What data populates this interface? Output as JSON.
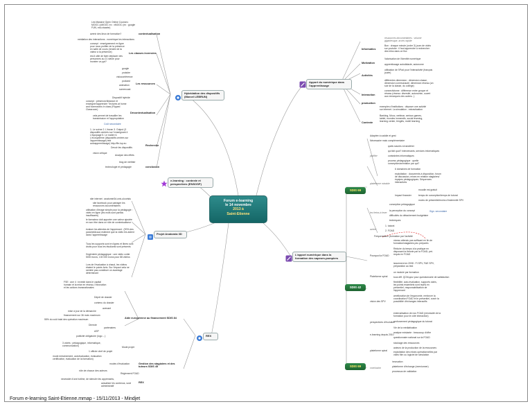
{
  "center": {
    "line1": "Forum e-learning",
    "line2": "le 14 novembre",
    "line3": "2013 à",
    "line4": "Saint-Etienne"
  },
  "footer": "Forum e-learning Saint-Etienne.mmap - 15/11/2013 - Mindjet",
  "topics": {
    "hybridation": "Hybridation des dispositifs (Marcel LEBRUN)",
    "elearning": "e-learning : contexte et perspectives (ENSOSP)",
    "anatomia": "Projet Anatomia 3D",
    "rex": "REX",
    "numerique": "Apport du numérique dans l'apprentissage",
    "sapeurs": "L'apport numérique dans la formation des sapeurs-pompiers"
  },
  "sdd": [
    "SDIS 69",
    "SDIS 42",
    "SDIS 69"
  ],
  "hybrid": {
    "contextualisation": "contextualisation",
    "mooc": "Les Massive Open Online Courses : MOOC (cMOOC ex : xMOOC (ex : google FUN, edu.xisante)",
    "avenir": "avenir des lieux de formation?",
    "mediation": "médiation des interactions - numérique les interactions",
    "classes": "Les classes inversées",
    "concept": "concept : enseignement en ligne pour nous profiter de la présence en salle de cours (rendre de la valeur à la présence)",
    "esti": "est-il utile de faire déplacer des personnes au 21 siècle pour montrer un ppt?",
    "ressources": "Les ressources",
    "res": [
      "google",
      "youtube",
      "visioconférence",
      "podcast",
      "animation",
      "screencast"
    ],
    "dispositif": "Dispositif hybride",
    "decontex": "Décontextualisation",
    "concept2": "concept : présence/distance et enseigner/apprendre \"lectures at home and homeworks in class (Flipped Classroom)",
    "cela": "cela permet de travailler les transmission et l'appropriation",
    "cout": "Coût secondaire",
    "recherche": "Recherche",
    "recherche_note": "1. Le scène 2. L'écran 3. Output (3 dispositifs centrés sur l'enseignant 4 L'équipage 5. Le maître 6. L'écosystème (dispositifs centrés sur l'apprentissage) test autoapprentissage) http://fle-lup.eu",
    "devoir": "Devoir les dispositifs",
    "vision": "vision critique",
    "analyse": "Analyse des effets",
    "blog": "blog de méthter",
    "techno": "technologie et pédagogie",
    "conclusion": "conclusion"
  },
  "anatomia": [
    "site internet : anatomie3d.univ-ulcoristu",
    "site facebook pour partager les ressources documentaires",
    "utilisation d'image simple pour la pédagogie : vidéo en ligne (les mots sont parfois insuffisants)",
    "le formateur doit apporter une valeur ajoutée en son être dans un rôle de contextualiseur",
    "évaluer les attentes de l'apprenant : (90% des paramédicaux estiment que la vidéo les aident dans l'apprentissage",
    "Tous les supports sont en lignes et libres sont droits pour tous les étudiants sont présents",
    "l'ingénierie pédagogique : une vidéo coûte 5000 euros, 130 000 euros pour 88 vidéos",
    "Lors de l'évaluation à chaud, les vidéos étaient le points forts. Sur l'impact cela ne semble pas constituer un avantage déterminant"
  ],
  "rex": {
    "fse": "FSE : axe 4 : investir dans le capital humain et la mise en réseau, l'innovation et les actions transnationales",
    "depot": "Dépôt de dossier",
    "contenu": "contenu du dossier",
    "avenant": "avenant",
    "mise": "mise à jour de la démarche",
    "financement": "financement sur 36 mois maximum",
    "pct": "55% du coût total des opération maximum",
    "aide": "Aide européenne au financement SDIS 84",
    "dirrecte": "Dirrecte",
    "asp": "ASP",
    "partenaires": "partenaires",
    "publicite": "publicité obligatoire (logo ...)",
    "trois": "3 volets : pédagogique, informatique, communication)",
    "mode": "Mode projet",
    "officier": "1 officier chef de projet",
    "modes_eval": "mode entrainement, autoévaluation, évaluation certificative, évaluation de la formation)",
    "modes": "modes d'évaluation",
    "gestion": "Gestion des stagiaires et des tuteurs SDIS 45",
    "role": "rôle de chacun des acteurs",
    "reglement": "Règlement FOAD",
    "necessite": "necessité d'une hotline, de stimuler les apprenants,",
    "actualiser": "actualiser les contenus, suivi administratif",
    "rex2": "REX"
  },
  "numerique": {
    "informatics": "Informatics",
    "resdoc": "ressources documentaires : volume gigantesque, accès rapide",
    "bon": "Bon : chaque minute (ordre 3) jours de vidéo sur youtube : il faut apprendre à rechercher des infos dans ce flux",
    "motivation": "Motivation",
    "valor": "Valorisation de l'identité numérique",
    "autoapp": "apprentissage autodidacte, autonome",
    "activites": "Activités",
    "utilisation": "utilisation de l'iPad pour l'interactivité (français jouée)",
    "diff": "différentes dimension : dimension classe, dimension communauté, dimension réseau (un soir de la classe, du collège)",
    "interaction": "Interaction",
    "connect": "connectivisme : différence entre groupe et réseau (réseau: diversité, autonomie, ouvert aux remarques des autres...)",
    "production": "production",
    "exemples": "exemples d'institutions : déposer une activité sur internet. La simulation - extrasituation",
    "contexte": "Contexte",
    "banking": "Banking, Mooc, webinar, serious games, tablet, mondes immersifs, social learning, learning center, tringlés, mobil learning"
  },
  "sapeurs": {
    "adaptee": "Adaptée à caddie et gest",
    "necessaire": "Nécessaire mais complémentaire",
    "justifier": "justifier",
    "quels": "quels savoirs à transférer",
    "qui": "qui fait quoi? intervenants, services informatiques",
    "contraintes": "contraintes informatiques",
    "process": "process pédagogique : quelle conception/animation par qui?",
    "plateforme_mixte": "plateforme mixable",
    "domaines": "6 domaines de formation",
    "exploitation": "exploitation : documents à disposition, forum de discussion, mises en relation stagiaires/équipes pédagogiques. Séquences interactives",
    "impact": "Impact financier",
    "moodle": "moodle est gratuit",
    "temps": "temps de conception/temps de tutorat",
    "moins": "moins de présentiel/moins d'indemnité SPV",
    "lesfreins": "les freins à lever",
    "conception": "conception pédagogique",
    "perception": "la perception du concept",
    "sign": "Sign. secondaire",
    "difficultes": "difficultés du détachement budgétaire",
    "techniques": "techniques",
    "avenir": "avenir",
    "tutorat": "1. tutorat",
    "foad": "2. FOAD",
    "frequentation": "Fréquentation (formation par l'activité",
    "pourquoi": "Pourquoi la FOAD",
    "niveau": "niveau attendu pas suffisant en fin de formation/stagiaires peu préparés",
    "reduire": "Réduire du temps à la pratique en disposant la théorie par la FOAD; pré-requis en FOAD",
    "lancement": "lancement en 2008 : FI SPV, FAE SPV, préparation au test",
    "plateforme_spiral": "Plateforme spiral",
    "unmodule": "un module par formation",
    "tous": "tous diff. QCM,quiz pour questionnaire de satisfaction",
    "vision": "vision des SPV",
    "flex": "flexibilité, auto-évaluation, supports clairs, les points essentiels sont repris en présentiel, responsabilisation de l'apprenant",
    "amelioration": "amélioration de l'ergonomie, renforcer la coordination FOAD et le présentiel, ouvrir la possibilité d'échanges interactifs",
    "perspectives": "perspectives d'évolution",
    "externalisation": "externalisation de nos FOAD (nécessité de la formation pour le côté interaction)",
    "renforcement": "renforcement pédagogique du tutorat",
    "vie": "Vie de la médiatisation",
    "elearning": "e-learning depuis 2010",
    "analyse": "analyse existante : beaucoup d'offre",
    "questionnaire": "questionnaire national sur la FOAD",
    "stockage": "stockage des ressources",
    "acteurs": "acteurs de la production de la ressources",
    "plateforme_spiral2": "plateforme spiral",
    "exploitation2": "exploitation des mises opérationnelles par vidéo film ou logiciel de simulation",
    "conclusion": "conclusion",
    "innovation": "innovation",
    "plateforme_echange": "plateforme d'échange (mrexionner)",
    "processus": "processus de validation"
  }
}
